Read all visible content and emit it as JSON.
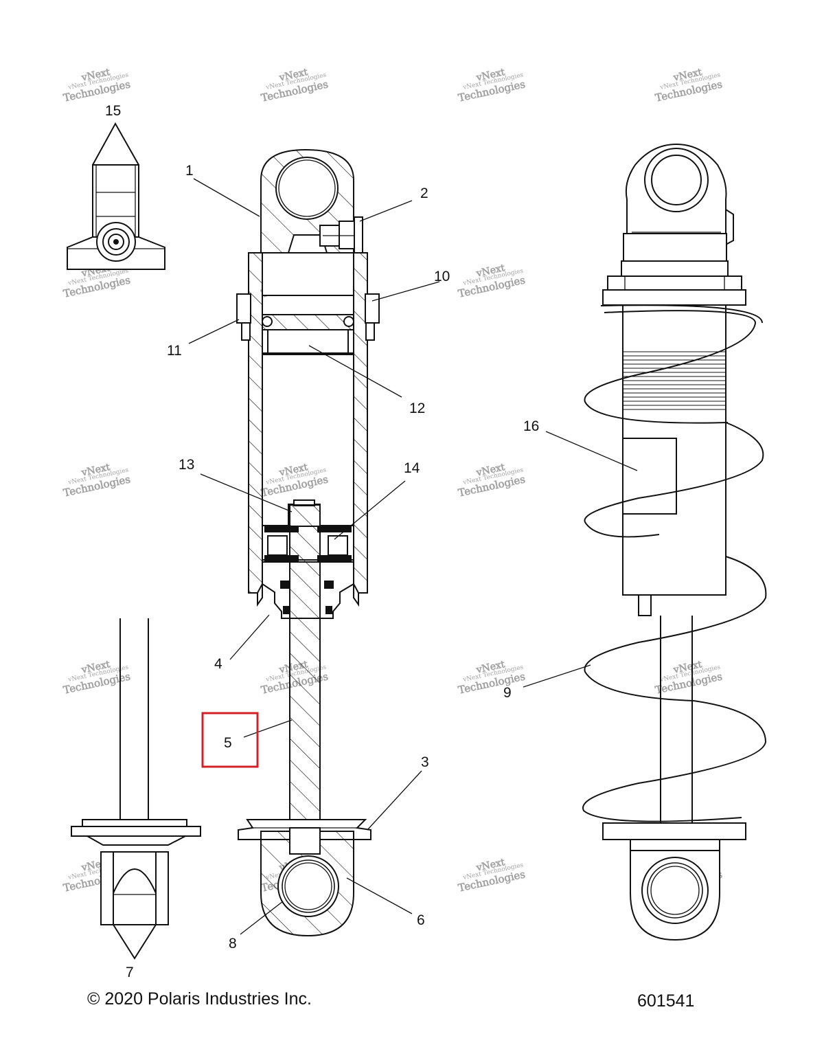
{
  "diagram": {
    "callouts": [
      {
        "id": "1",
        "label": "1"
      },
      {
        "id": "2",
        "label": "2"
      },
      {
        "id": "3",
        "label": "3"
      },
      {
        "id": "4",
        "label": "4"
      },
      {
        "id": "5",
        "label": "5",
        "highlighted": true
      },
      {
        "id": "6",
        "label": "6"
      },
      {
        "id": "7",
        "label": "7"
      },
      {
        "id": "8",
        "label": "8"
      },
      {
        "id": "9",
        "label": "9"
      },
      {
        "id": "10",
        "label": "10"
      },
      {
        "id": "11",
        "label": "11"
      },
      {
        "id": "12",
        "label": "12"
      },
      {
        "id": "13",
        "label": "13"
      },
      {
        "id": "14",
        "label": "14"
      },
      {
        "id": "15",
        "label": "15"
      },
      {
        "id": "16",
        "label": "16"
      }
    ],
    "highlight_color": "#d32027",
    "line_color": "#111111",
    "watermark": {
      "line1": "vNext Technologies",
      "line2": "vNext",
      "line3": "Technologies"
    },
    "copyright": "© 2020 Polaris Industries Inc.",
    "drawing_number": "601541"
  }
}
